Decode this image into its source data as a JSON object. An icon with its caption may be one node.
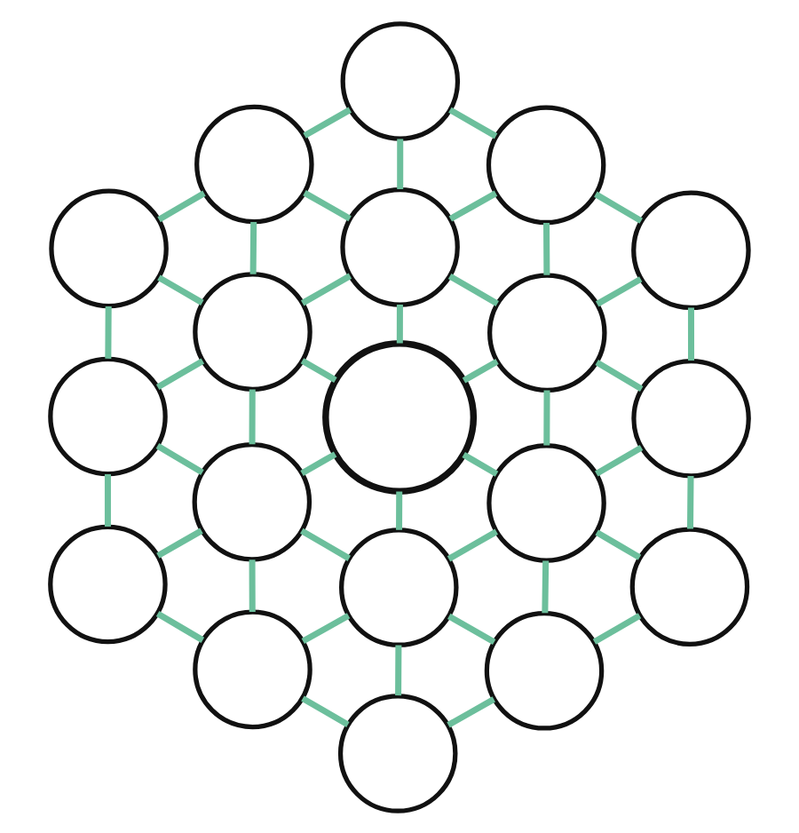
{
  "diagram": {
    "nodes": [
      {
        "text": [],
        "shape": "circle"
      },
      {
        "text": [],
        "shape": "circle"
      },
      {
        "text": [],
        "shape": "circle"
      },
      {
        "text": [],
        "shape": "circle"
      },
      {
        "text": [],
        "shape": "circle"
      },
      {
        "text": [],
        "shape": "circle"
      },
      {
        "text": [],
        "shape": "circle"
      },
      {
        "text": [],
        "shape": "circle"
      },
      {
        "text": [],
        "shape": "circle"
      },
      {
        "text": [],
        "shape": "circle"
      },
      {
        "text": [],
        "shape": "circle"
      },
      {
        "text": [],
        "shape": "circle"
      },
      {
        "text": [],
        "shape": "circle"
      },
      {
        "text": [],
        "shape": "circle"
      },
      {
        "text": [],
        "shape": "circle"
      },
      {
        "text": [],
        "shape": "circle"
      },
      {
        "text": [],
        "shape": "circle"
      },
      {
        "text": [],
        "shape": "circle"
      },
      {
        "text": [],
        "shape": "circle"
      }
    ],
    "edges": [
      {
        "from": 0,
        "to": 1,
        "arrow": "none"
      },
      {
        "from": 0,
        "to": 2,
        "arrow": "none"
      },
      {
        "from": 0,
        "to": 4,
        "arrow": "none"
      },
      {
        "from": 1,
        "to": 3,
        "arrow": "none"
      },
      {
        "from": 1,
        "to": 4,
        "arrow": "none"
      },
      {
        "from": 1,
        "to": 6,
        "arrow": "none"
      },
      {
        "from": 2,
        "to": 4,
        "arrow": "none"
      },
      {
        "from": 2,
        "to": 5,
        "arrow": "none"
      },
      {
        "from": 2,
        "to": 7,
        "arrow": "none"
      },
      {
        "from": 3,
        "to": 6,
        "arrow": "none"
      },
      {
        "from": 3,
        "to": 8,
        "arrow": "none"
      },
      {
        "from": 4,
        "to": 6,
        "arrow": "none"
      },
      {
        "from": 4,
        "to": 7,
        "arrow": "none"
      },
      {
        "from": 4,
        "to": 9,
        "arrow": "none"
      },
      {
        "from": 5,
        "to": 7,
        "arrow": "none"
      },
      {
        "from": 5,
        "to": 10,
        "arrow": "none"
      },
      {
        "from": 6,
        "to": 8,
        "arrow": "none"
      },
      {
        "from": 6,
        "to": 9,
        "arrow": "none"
      },
      {
        "from": 6,
        "to": 11,
        "arrow": "none"
      },
      {
        "from": 7,
        "to": 9,
        "arrow": "none"
      },
      {
        "from": 7,
        "to": 10,
        "arrow": "none"
      },
      {
        "from": 7,
        "to": 12,
        "arrow": "none"
      },
      {
        "from": 8,
        "to": 11,
        "arrow": "none"
      },
      {
        "from": 8,
        "to": 13,
        "arrow": "none"
      },
      {
        "from": 9,
        "to": 11,
        "arrow": "none"
      },
      {
        "from": 9,
        "to": 12,
        "arrow": "none"
      },
      {
        "from": 9,
        "to": 14,
        "arrow": "none"
      },
      {
        "from": 10,
        "to": 12,
        "arrow": "none"
      },
      {
        "from": 10,
        "to": 15,
        "arrow": "none"
      },
      {
        "from": 11,
        "to": 13,
        "arrow": "none"
      },
      {
        "from": 11,
        "to": 14,
        "arrow": "none"
      },
      {
        "from": 11,
        "to": 16,
        "arrow": "none"
      },
      {
        "from": 12,
        "to": 14,
        "arrow": "none"
      },
      {
        "from": 12,
        "to": 15,
        "arrow": "none"
      },
      {
        "from": 12,
        "to": 17,
        "arrow": "none"
      },
      {
        "from": 13,
        "to": 16,
        "arrow": "none"
      },
      {
        "from": 14,
        "to": 16,
        "arrow": "none"
      },
      {
        "from": 14,
        "to": 17,
        "arrow": "none"
      },
      {
        "from": 14,
        "to": 18,
        "arrow": "none"
      },
      {
        "from": 15,
        "to": 17,
        "arrow": "none"
      },
      {
        "from": 16,
        "to": 18,
        "arrow": "none"
      },
      {
        "from": 17,
        "to": 18,
        "arrow": "none"
      }
    ]
  }
}
